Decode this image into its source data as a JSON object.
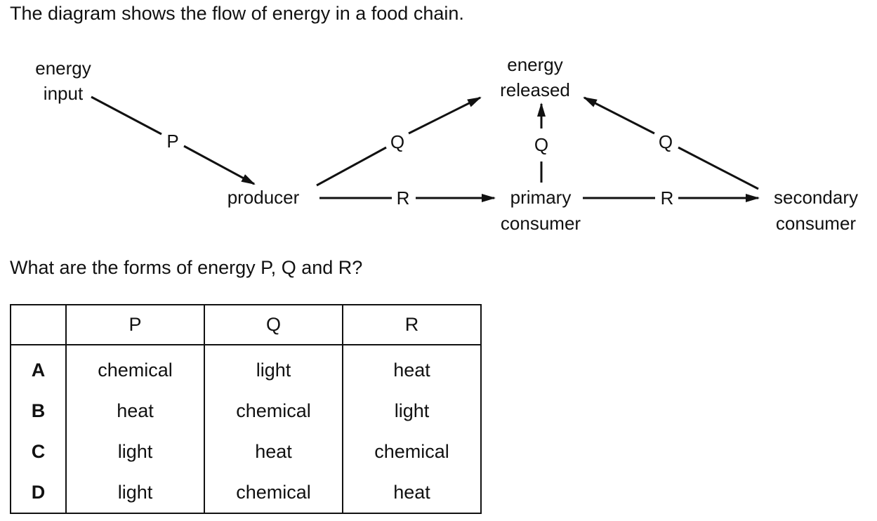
{
  "intro": "The diagram shows the flow of energy in a food chain.",
  "diagram": {
    "energy_input": [
      "energy",
      "input"
    ],
    "energy_released": [
      "energy",
      "released"
    ],
    "producer": "producer",
    "primary_consumer": [
      "primary",
      "consumer"
    ],
    "secondary_consumer": [
      "secondary",
      "consumer"
    ],
    "arrow_labels": {
      "p": "P",
      "q_left": "Q",
      "q_middle": "Q",
      "q_right": "Q",
      "r_left": "R",
      "r_right": "R"
    }
  },
  "question": "What are the forms of energy P, Q and R?",
  "table": {
    "headers": [
      "",
      "P",
      "Q",
      "R"
    ],
    "rows": [
      {
        "key": "A",
        "p": "chemical",
        "q": "light",
        "r": "heat"
      },
      {
        "key": "B",
        "p": "heat",
        "q": "chemical",
        "r": "light"
      },
      {
        "key": "C",
        "p": "light",
        "q": "heat",
        "r": "chemical"
      },
      {
        "key": "D",
        "p": "light",
        "q": "chemical",
        "r": "heat"
      }
    ]
  }
}
